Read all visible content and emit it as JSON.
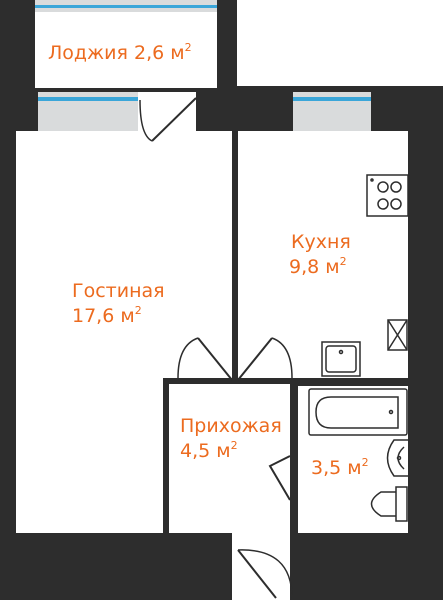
{
  "colors": {
    "wall": "#2d2d2d",
    "floor": "#ffffff",
    "label": "#ec6b1f",
    "window_frame": "#d9dbdc",
    "window_glass": "#3aa6d9",
    "fixture_stroke": "#2d2d2d"
  },
  "rooms": {
    "loggia": {
      "name": "Лоджия",
      "area": "2,6 м",
      "sup": "2"
    },
    "living": {
      "name": "Гостиная",
      "area": "17,6 м",
      "sup": "2"
    },
    "kitchen": {
      "name": "Кухня",
      "area": "9,8 м",
      "sup": "2"
    },
    "hallway": {
      "name": "Прихожая",
      "area": "4,5 м",
      "sup": "2"
    },
    "bathroom": {
      "area": "3,5 м",
      "sup": "2"
    }
  },
  "fixtures": [
    "stove-icon",
    "bathtub-icon",
    "sink-icon",
    "toilet-icon",
    "kitchen-sink-icon",
    "ventilation-shaft-icon"
  ]
}
